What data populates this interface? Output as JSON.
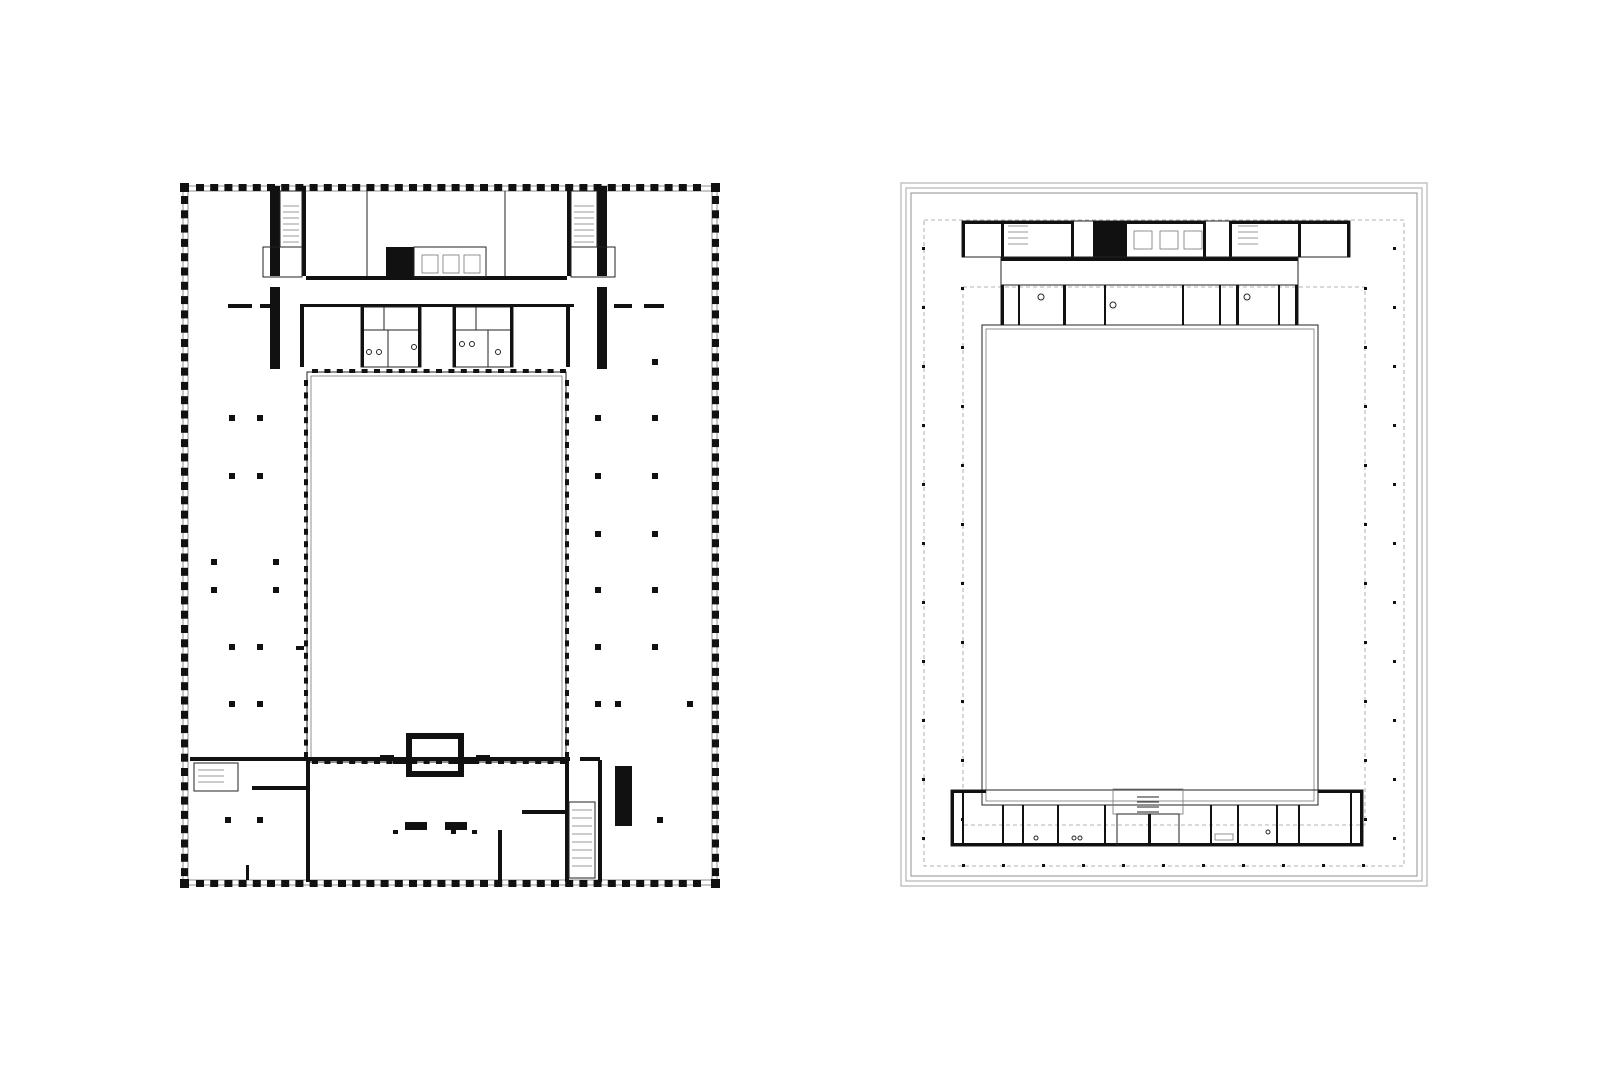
{
  "drawing": {
    "kind": "architectural floor plans",
    "sheet_color": "#ffffff",
    "ink_color": "#111111",
    "plans": [
      {
        "id": "ground-floor-plan",
        "features": [
          "perimeter-wall-with-window-bays",
          "central-courtyard",
          "north-service-core",
          "stair-cores",
          "south-entrance-block"
        ]
      },
      {
        "id": "upper-floor-plan",
        "features": [
          "outer-roof-edge",
          "dashed-column-grid",
          "central-void",
          "north-service-bar",
          "south-service-bar"
        ]
      }
    ]
  }
}
